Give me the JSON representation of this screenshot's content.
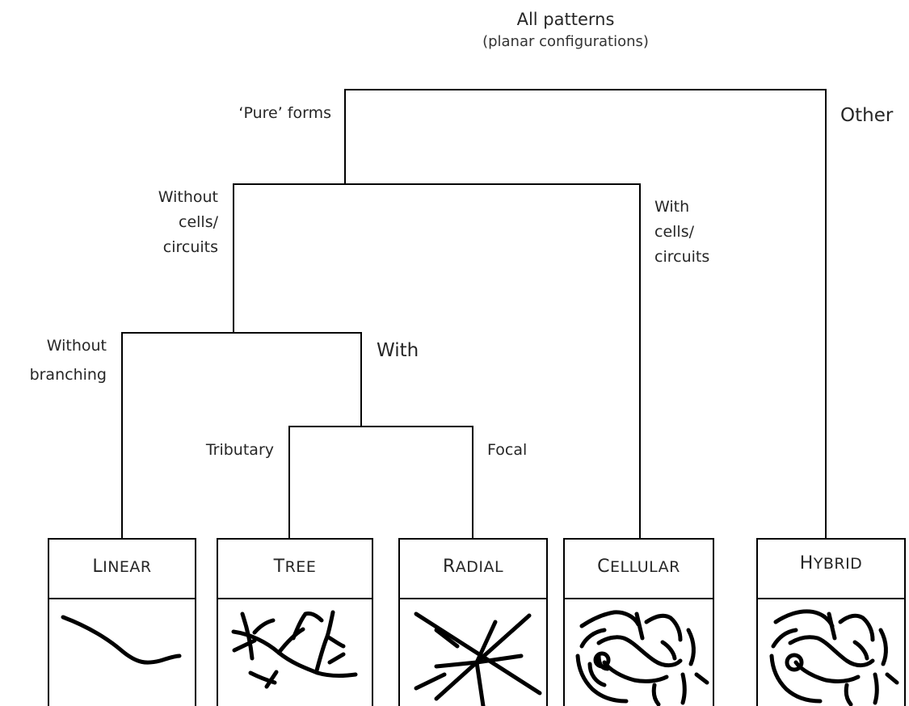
{
  "title": "All patterns",
  "subtitle": "(planar configurations)",
  "labels": {
    "pure_forms": "‘Pure’ forms",
    "other": "Other",
    "without_cells_1": "Without",
    "without_cells_2": "cells/",
    "without_cells_3": "circuits",
    "with_cells_1": "With",
    "with_cells_2": "cells/",
    "with_cells_3": "circuits",
    "without_branching_1": "Without",
    "without_branching_2": "branching",
    "with": "With",
    "tributary": "Tributary",
    "focal": "Focal"
  },
  "categories": {
    "linear": "Linear",
    "tree": "Tree",
    "radial": "Radial",
    "cellular": "Cellular",
    "hybrid": "Hybrid"
  },
  "colors": {
    "line": "#000000",
    "text": "#262626",
    "background": "#ffffff"
  }
}
